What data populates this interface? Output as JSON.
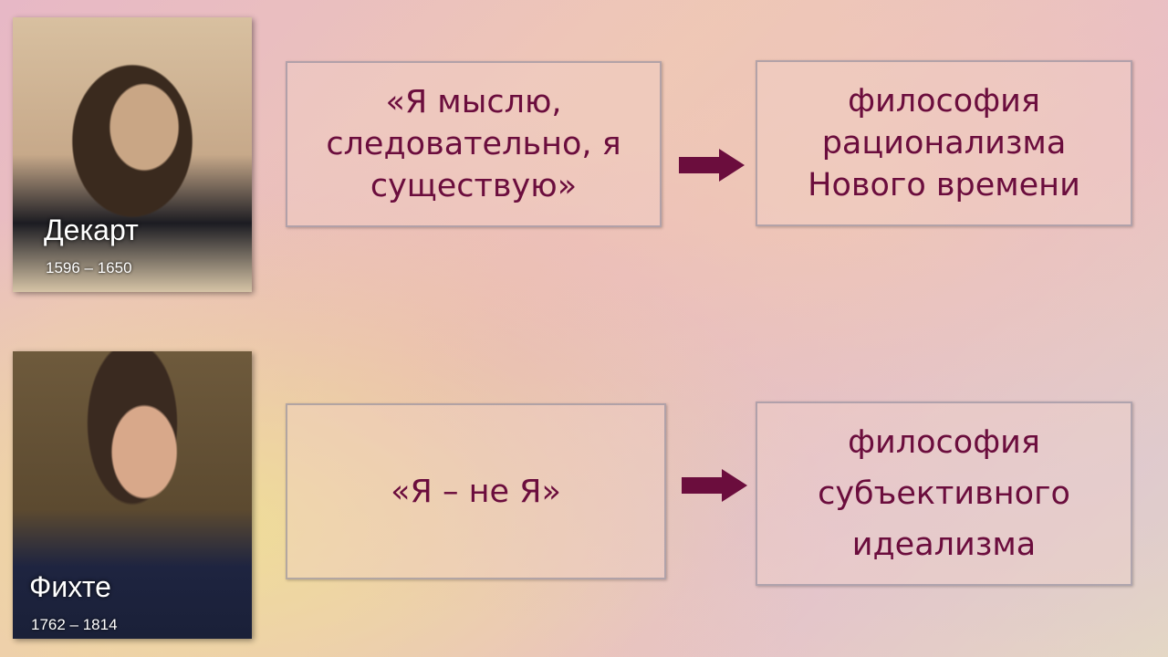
{
  "rows": [
    {
      "name": "Декарт",
      "dates": "1596 – 1650",
      "quote": "«Я мыслю, следовательно, я существую»",
      "result": "философия рационализма Нового времени"
    },
    {
      "name": "Фихте",
      "dates": "1762 – 1814",
      "quote": "«Я – не Я»",
      "result": "философия субъективного идеализма"
    }
  ],
  "colors": {
    "text": "#6b0d3d",
    "arrow": "#6b0d3d"
  }
}
